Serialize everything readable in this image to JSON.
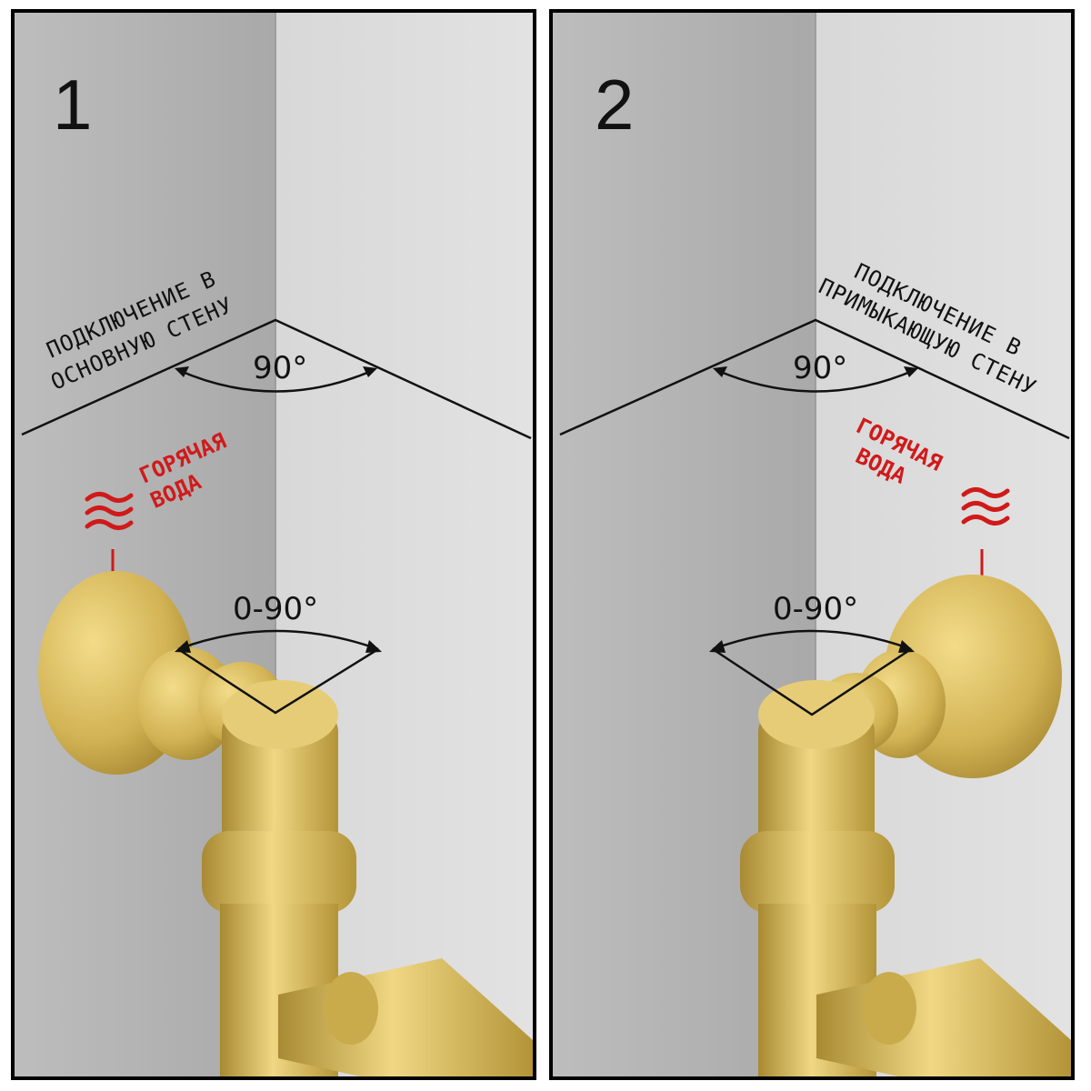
{
  "panels": [
    {
      "number": "1",
      "connection_label": [
        "ПОДКЛЮЧЕНИЕ В",
        "ОСНОВНУЮ СТЕНУ"
      ],
      "corner_angle": "90°",
      "rotation_angle": "0-90°",
      "hot_water_label": [
        "ГОРЯЧАЯ",
        "ВОДА"
      ]
    },
    {
      "number": "2",
      "connection_label": [
        "ПОДКЛЮЧЕНИЕ В",
        "ПРИМЫКАЮЩУЮ СТЕНУ"
      ],
      "corner_angle": "90°",
      "rotation_angle": "0-90°",
      "hot_water_label": [
        "ГОРЯЧАЯ",
        "ВОДА"
      ]
    }
  ],
  "colors": {
    "wall_dark": "#b9b9b9",
    "wall_light": "#dcdcdc",
    "brass": "#d6b85a",
    "brass_dark": "#a98a32",
    "hot_red": "#d01a1a",
    "line": "#111111"
  }
}
